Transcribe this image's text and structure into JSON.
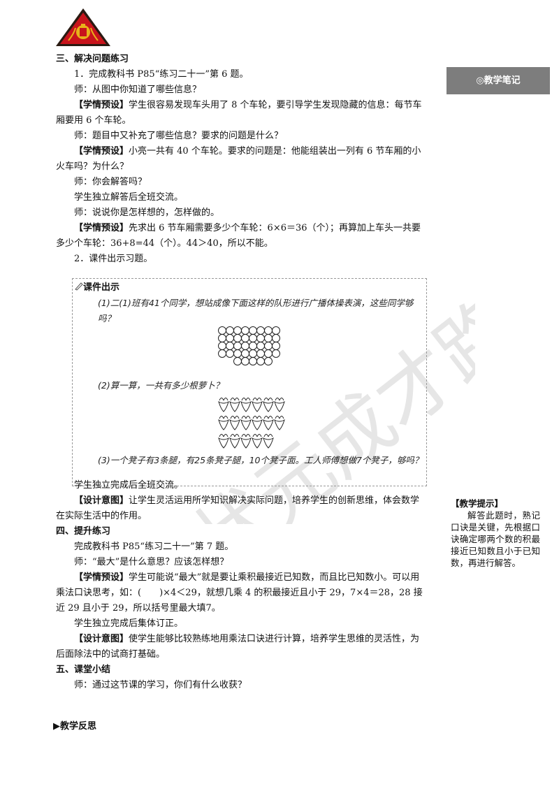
{
  "section3": {
    "title": "三、解决问题练习",
    "p1": "1．完成教科书 P85“练习二十一”第 6 题。",
    "p2": "师：从图中你知道了哪些信息？",
    "p3_tag": "【学情预设】",
    "p3": "学生很容易发现车头用了 8 个车轮，要引导学生发现隐藏的信息：每节车厢要用 6 个车轮。",
    "p4": "师：题目中又补充了哪些信息？要求的问题是什么？",
    "p5_tag": "【学情预设】",
    "p5": "小亮一共有 40 个车轮。要求的问题是：他能组装出一列有 6 节车厢的小火车吗？为什么？",
    "p6": "师：你会解答吗？",
    "p7": "学生独立解答后全班交流。",
    "p8": "师：说说你是怎样想的，怎样做的。",
    "p9_tag": "【学情预设】",
    "p9": "先求出 6 节车厢需要多少个车轮：6×6＝36（个）；再算加上车头一共要多少个车轮：36+8=44（个）。44＞40，所以不能。",
    "p10": "2．课件出示习题。"
  },
  "courseware": {
    "label": "课件出示",
    "q1": "(1)二(1)班有41个同学，想站成像下面这样的队形进行广播体操表演，这些同学够吗？",
    "q2": "(2)算一算，一共有多少根萝卜？",
    "q3": "(3)一个凳子有3条腿，有25条凳子腿，10个凳子面。工人师傅想做7个凳子，够吗？"
  },
  "after": {
    "p1": "学生独立完成后全班交流。",
    "p2_tag": "【设计意图】",
    "p2": "让学生灵活运用所学知识解决实际问题，培养学生的创新思维，体会数学在实际生活中的作用。"
  },
  "section4": {
    "title": "四、提升练习",
    "p1": "完成教科书 P85“练习二十一”第 7 题。",
    "p2": "师：“最大”是什么意思？应该怎样想？",
    "p3_tag": "【学情预设】",
    "p3": "学生可能说“最大”就是要让乘积最接近已知数，而且比已知数小。可以用乘法口诀思考，如：(　　)×4＜29，就想几乘 4 的积最接近且小于 29，7×4＝28，28 接近 29 且小于 29，所以括号里最大填7。",
    "p4": "学生独立完成后集体订正。",
    "p5_tag": "【设计意图】",
    "p5": "使学生能够比较熟练地用乘法口诀进行计算，培养学生思维的灵活性，为后面除法中的试商打基础。"
  },
  "section5": {
    "title": "五、课堂小结",
    "p1": "师：通过这节课的学习，你们有什么收获？"
  },
  "reflection": "▶教学反思",
  "sidebar": {
    "notes": "◎教学笔记",
    "tip_title": "【教学提示】",
    "tip_body": "解答此题时，熟记口诀是关键，先根据口诀确定哪两个数的积最接近已知数且小于已知数，再进行解答。"
  },
  "watermark": "状元成才路",
  "colors": {
    "logo_red": "#c8141c",
    "logo_dark": "#2a1a12",
    "logo_gold": "#e8b21a",
    "sidebar_gray": "#7d7d7d"
  }
}
